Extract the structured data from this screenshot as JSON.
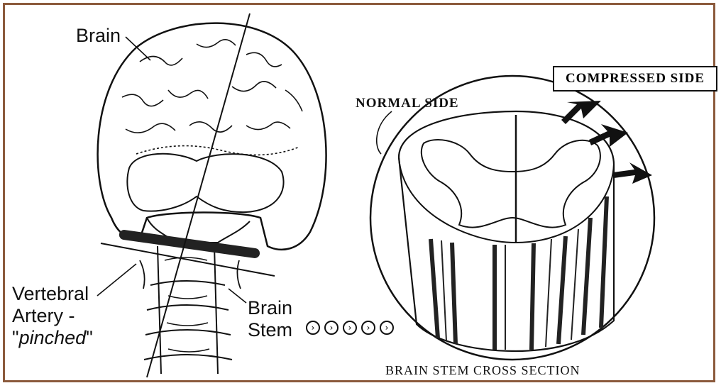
{
  "labels": {
    "brain": "Brain",
    "vertebral_line1": "Vertebral",
    "vertebral_line2": "Artery -",
    "vertebral_line3_pre": "\"",
    "vertebral_line3_em": "pinched",
    "vertebral_line3_post": "\"",
    "brain_stem_line1": "Brain",
    "brain_stem_line2": "Stem",
    "normal_side": "NORMAL SIDE",
    "compressed_side": "COMPRESSED SIDE",
    "cross_section": "BRAIN STEM CROSS SECTION"
  },
  "connector_arrows": [
    "›",
    "›",
    "›",
    "›",
    "›"
  ],
  "colors": {
    "frame": "#8b5a3c",
    "ink": "#111111"
  }
}
